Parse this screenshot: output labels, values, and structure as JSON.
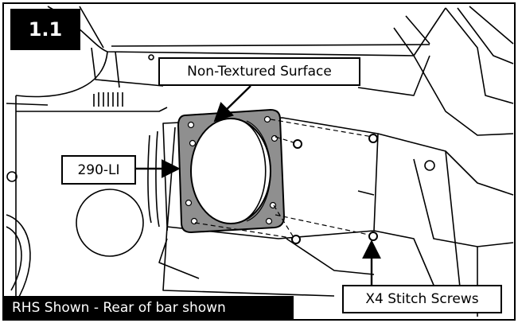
{
  "step_number": "1.1",
  "callouts": {
    "surface": "Non-Textured Surface",
    "part": "290-LI",
    "screws": "X4 Stitch Screws"
  },
  "caption": "RHS Shown - Rear of bar shown",
  "colors": {
    "line": "#000000",
    "plate_fill": "#8f8f8f",
    "background": "#ffffff"
  }
}
